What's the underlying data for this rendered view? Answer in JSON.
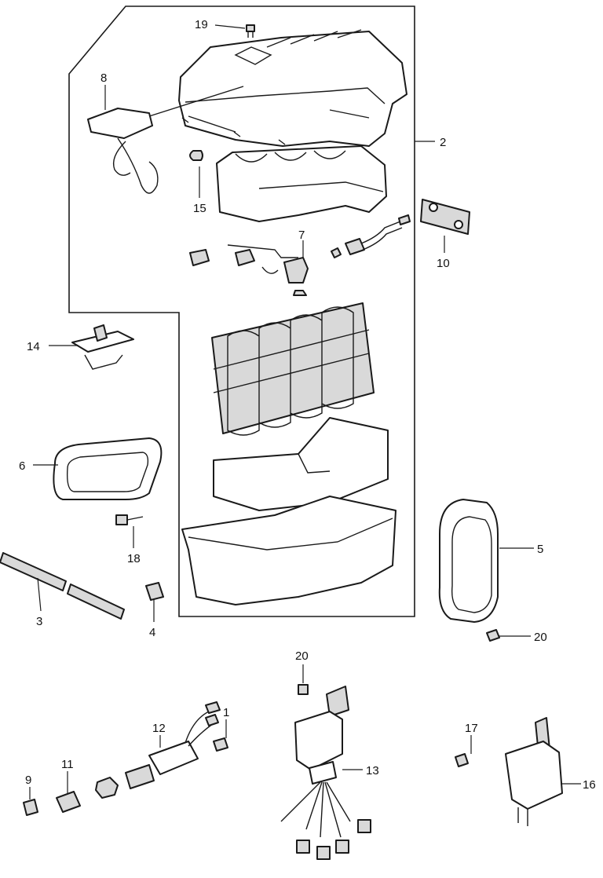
{
  "labels": {
    "p1": "1",
    "p2": "2",
    "p3": "3",
    "p4": "4",
    "p5": "5",
    "p6": "6",
    "p7": "7",
    "p8": "8",
    "p9": "9",
    "p10": "10",
    "p11": "11",
    "p12": "12",
    "p13": "13",
    "p14": "14",
    "p15": "15",
    "p16": "16",
    "p17": "17",
    "p18": "18",
    "p19": "19",
    "p20a": "20",
    "p20b": "20"
  }
}
